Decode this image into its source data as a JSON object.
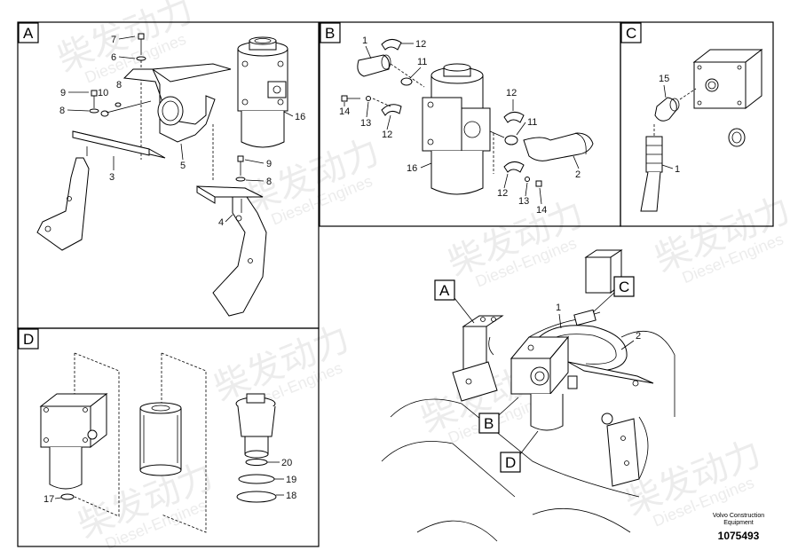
{
  "panels": {
    "A": {
      "label": "A",
      "parts": [
        "7",
        "6",
        "9",
        "10",
        "8",
        "8",
        "3",
        "5",
        "16",
        "9",
        "8",
        "4"
      ]
    },
    "B": {
      "label": "B",
      "parts": [
        "1",
        "12",
        "11",
        "14",
        "13",
        "12",
        "12",
        "11",
        "16",
        "2",
        "12",
        "13",
        "14"
      ]
    },
    "C": {
      "label": "C",
      "parts": [
        "15",
        "1"
      ]
    },
    "D": {
      "label": "D",
      "parts": [
        "20",
        "19",
        "18",
        "17"
      ]
    }
  },
  "overview": {
    "callouts": [
      "A",
      "C",
      "B",
      "D"
    ],
    "numbers": [
      "1",
      "2"
    ]
  },
  "caption": {
    "company_line1": "Volvo Construction",
    "company_line2": "Equipment",
    "drawing_number": "1075493"
  },
  "watermark": {
    "brand_cn": "柴发动力",
    "brand_en": "Diesel-Engines"
  }
}
